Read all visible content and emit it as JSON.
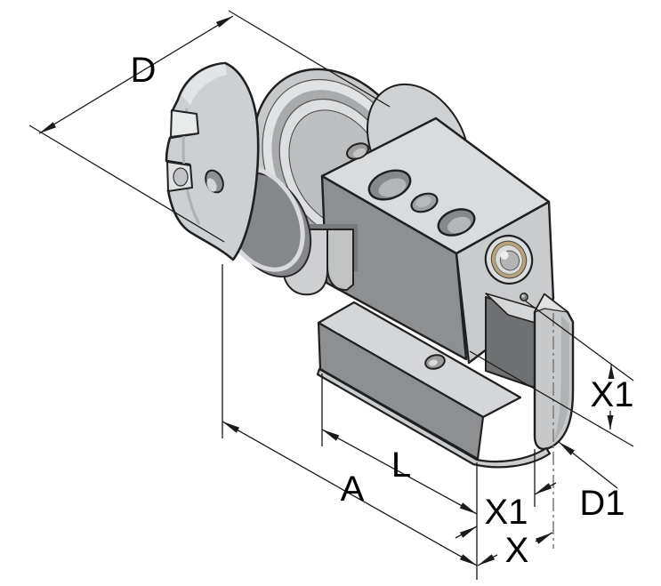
{
  "drawing": {
    "kind": "isometric technical drawing",
    "subject": "HSK shank tool holder with clamping block, base plate and cylindrical post",
    "background": "#ffffff",
    "dimension_labels": {
      "d": "D",
      "l": "L",
      "a": "A",
      "x": "X",
      "x1_upper": "X1",
      "x1_lower": "X1",
      "d1": "D1"
    },
    "colors": {
      "outline": "#1f2022",
      "dimension_line": "#1a1a1a",
      "centerline": "#787878",
      "face_top_light": "#d9dbdd",
      "face_front_dark": "#8d8f91",
      "face_right_light": "#c9cbcd",
      "face_cylinder": "#c6c8ca",
      "face_plate_top": "#d4d6d8",
      "notch_interior": "#6e7072",
      "cone_body": "#cdd0d2",
      "flange_ring_light": "#e0e2e4",
      "flange_ring_dark": "#a8aaac",
      "screw_ring_bronze": "#b5a17c",
      "label_text": "#000000"
    }
  }
}
